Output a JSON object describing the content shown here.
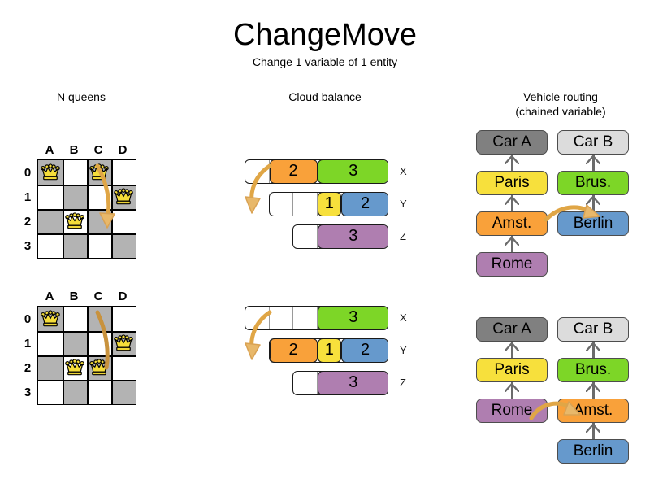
{
  "title": "ChangeMove",
  "subtitle": "Change 1 variable of 1 entity",
  "columns": {
    "nqueens": {
      "header": "N queens"
    },
    "cloud": {
      "header": "Cloud balance"
    },
    "routing": {
      "header_line1": "Vehicle routing",
      "header_line2": "(chained variable)"
    }
  },
  "nqueens": {
    "files": [
      "A",
      "B",
      "C",
      "D"
    ],
    "ranks": [
      "0",
      "1",
      "2",
      "3"
    ],
    "before": {
      "queens": [
        {
          "file": 0,
          "rank": 0
        },
        {
          "file": 2,
          "rank": 0
        },
        {
          "file": 3,
          "rank": 1
        },
        {
          "file": 1,
          "rank": 2
        }
      ]
    },
    "after": {
      "queens": [
        {
          "file": 0,
          "rank": 0
        },
        {
          "file": 3,
          "rank": 1
        },
        {
          "file": 1,
          "rank": 2
        },
        {
          "file": 2,
          "rank": 2
        }
      ]
    },
    "move": {
      "from_file": "C",
      "from_rank": "0",
      "to_file": "C",
      "to_rank": "2"
    }
  },
  "cloud": {
    "before": {
      "rows": [
        {
          "label": "X",
          "empty_slots": 1,
          "segments": [
            {
              "value": "2",
              "color": "#f9a13a",
              "width": 2
            },
            {
              "value": "3",
              "color": "#7dd627",
              "width": 3
            }
          ]
        },
        {
          "label": "Y",
          "empty_slots": 2,
          "segments": [
            {
              "value": "1",
              "color": "#f7e03c",
              "width": 1
            },
            {
              "value": "2",
              "color": "#6699cc",
              "width": 2
            }
          ]
        },
        {
          "label": "Z",
          "empty_slots": 1,
          "segments": [
            {
              "value": "3",
              "color": "#af7eb0",
              "width": 3
            }
          ]
        }
      ]
    },
    "after": {
      "rows": [
        {
          "label": "X",
          "empty_slots": 3,
          "segments": [
            {
              "value": "3",
              "color": "#7dd627",
              "width": 3
            }
          ]
        },
        {
          "label": "Y",
          "empty_slots": 0,
          "segments": [
            {
              "value": "2",
              "color": "#f9a13a",
              "width": 2
            },
            {
              "value": "1",
              "color": "#f7e03c",
              "width": 1
            },
            {
              "value": "2",
              "color": "#6699cc",
              "width": 2
            }
          ]
        },
        {
          "label": "Z",
          "empty_slots": 1,
          "segments": [
            {
              "value": "3",
              "color": "#af7eb0",
              "width": 3
            }
          ]
        }
      ]
    },
    "move": {
      "entity": "2",
      "from_row": "X",
      "to_row": "Y"
    }
  },
  "routing": {
    "before": {
      "chains": [
        {
          "vehicle": {
            "label": "Car A",
            "color": "#808080"
          },
          "stops": [
            {
              "label": "Paris",
              "color": "#f7e03c"
            },
            {
              "label": "Amst.",
              "color": "#f9a13a"
            },
            {
              "label": "Rome",
              "color": "#af7eb0"
            }
          ]
        },
        {
          "vehicle": {
            "label": "Car B",
            "color": "#dcdcdc"
          },
          "stops": [
            {
              "label": "Brus.",
              "color": "#7dd627"
            },
            {
              "label": "Berlin",
              "color": "#6699cc"
            }
          ]
        }
      ]
    },
    "after": {
      "chains": [
        {
          "vehicle": {
            "label": "Car A",
            "color": "#808080"
          },
          "stops": [
            {
              "label": "Paris",
              "color": "#f7e03c"
            },
            {
              "label": "Rome",
              "color": "#af7eb0"
            }
          ]
        },
        {
          "vehicle": {
            "label": "Car B",
            "color": "#dcdcdc"
          },
          "stops": [
            {
              "label": "Brus.",
              "color": "#7dd627"
            },
            {
              "label": "Amst.",
              "color": "#f9a13a"
            },
            {
              "label": "Berlin",
              "color": "#6699cc"
            }
          ]
        }
      ]
    },
    "move": {
      "entity": "Amst.",
      "from_chain": "Car A",
      "to_chain": "Car B"
    }
  },
  "colors": {
    "orange": "#f9a13a",
    "green": "#7dd627",
    "yellow": "#f7e03c",
    "blue": "#6699cc",
    "purple": "#af7eb0",
    "dark_gray": "#808080",
    "light_gray": "#dcdcdc",
    "board_dark": "#b3b3b3",
    "arrow": "#e0a646"
  }
}
